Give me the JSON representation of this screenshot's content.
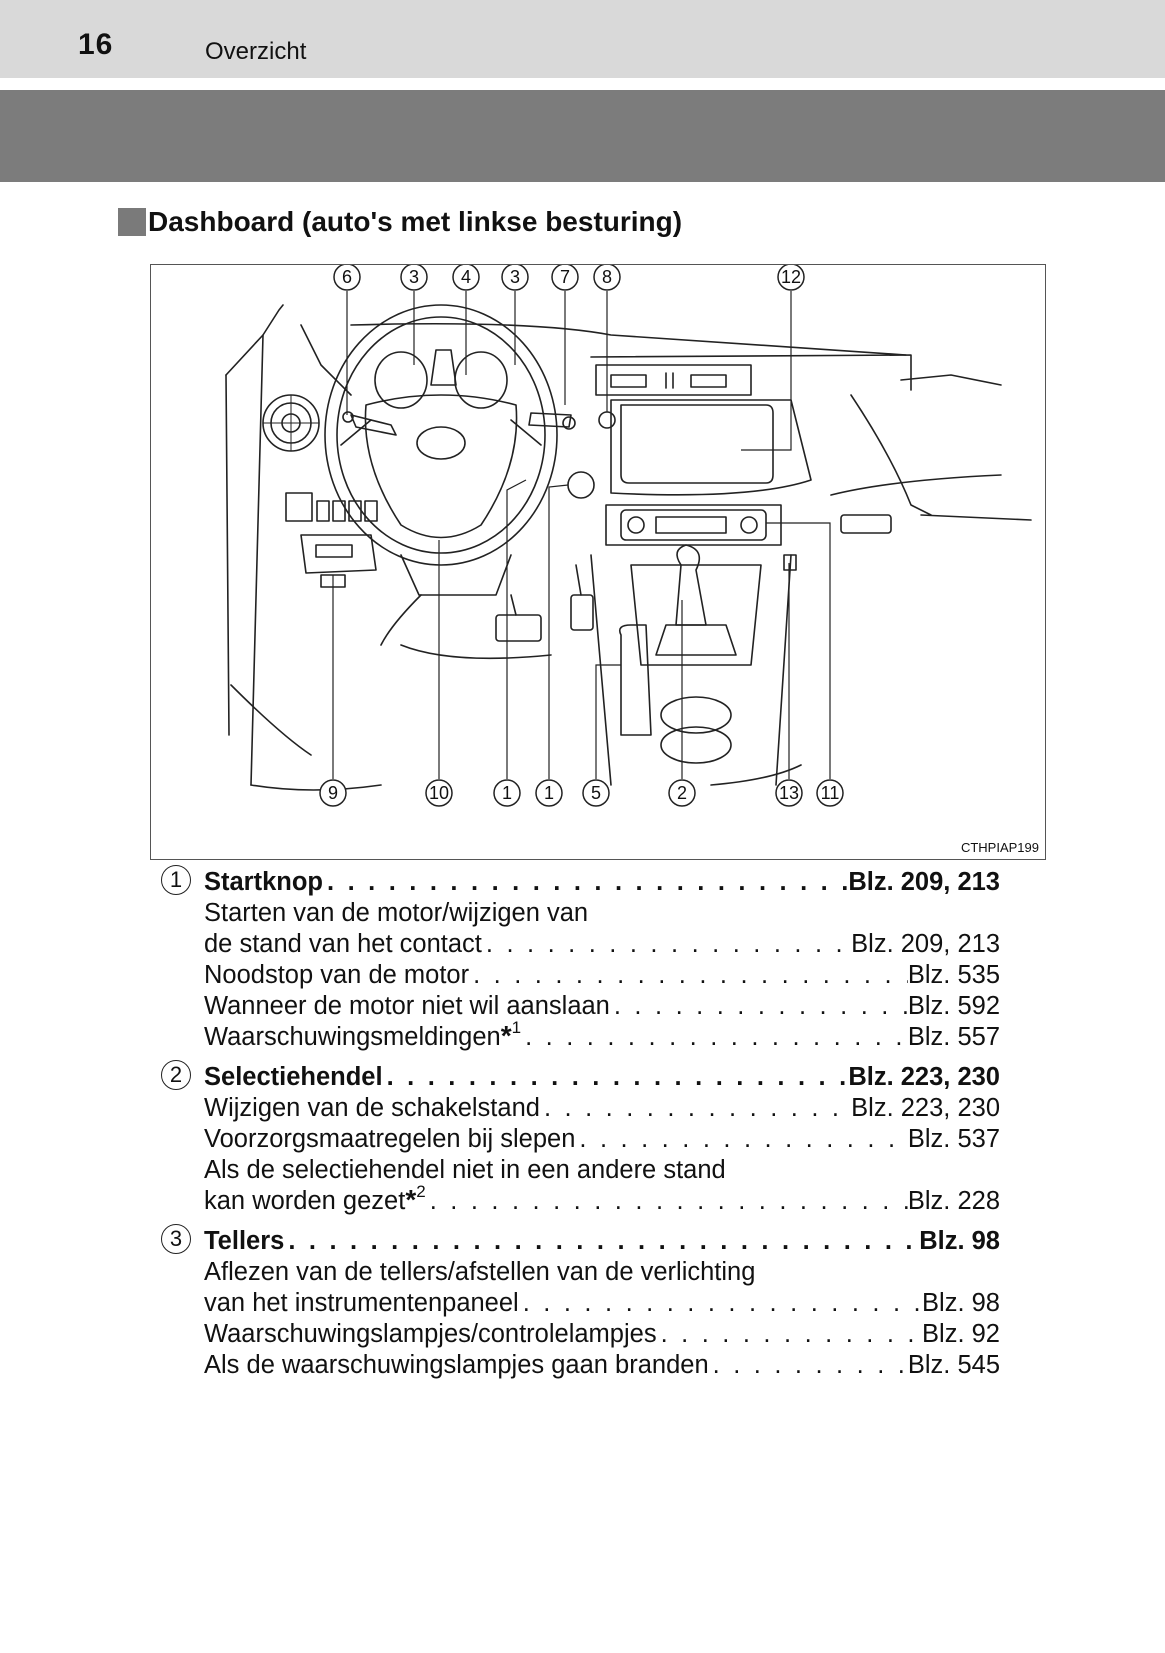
{
  "header": {
    "page_number": "16",
    "section": "Overzicht"
  },
  "heading": "Dashboard (auto's met linkse besturing)",
  "figure": {
    "code": "CTHPIAP199",
    "top_callouts": [
      "6",
      "3",
      "4",
      "3",
      "7",
      "8",
      "12"
    ],
    "bottom_callouts": [
      "9",
      "10",
      "1",
      "1",
      "5",
      "2",
      "13",
      "11"
    ]
  },
  "entries": [
    {
      "num": "1",
      "title": "Startknop",
      "page": "Blz. 209, 213",
      "lines": [
        {
          "label": "Starten van de motor/wijzigen van",
          "page": ""
        },
        {
          "label": "de stand van het contact",
          "page": "Blz. 209, 213"
        },
        {
          "label": "Noodstop van de motor",
          "page": "Blz. 535"
        },
        {
          "label": "Wanneer de motor niet wil aanslaan",
          "page": "Blz. 592"
        },
        {
          "label": "Waarschuwingsmeldingen",
          "star": "*",
          "sup": "1",
          "page": "Blz. 557"
        }
      ]
    },
    {
      "num": "2",
      "title": "Selectiehendel",
      "page": "Blz. 223, 230",
      "lines": [
        {
          "label": "Wijzigen van de schakelstand",
          "page": "Blz. 223, 230"
        },
        {
          "label": "Voorzorgsmaatregelen bij slepen",
          "page": "Blz. 537"
        },
        {
          "label": "Als de selectiehendel niet in een andere stand",
          "page": ""
        },
        {
          "label": "kan worden gezet",
          "star": "*",
          "sup": "2",
          "page": "Blz. 228"
        }
      ]
    },
    {
      "num": "3",
      "title": "Tellers",
      "page": "Blz. 98",
      "lines": [
        {
          "label": "Aflezen van de tellers/afstellen van de verlichting",
          "page": ""
        },
        {
          "label": "van het instrumentenpaneel",
          "page": "Blz. 98"
        },
        {
          "label": "Waarschuwingslampjes/controlelampjes",
          "page": "Blz. 92"
        },
        {
          "label": "Als de waarschuwingslampjes gaan branden",
          "page": "Blz. 545"
        }
      ]
    }
  ]
}
